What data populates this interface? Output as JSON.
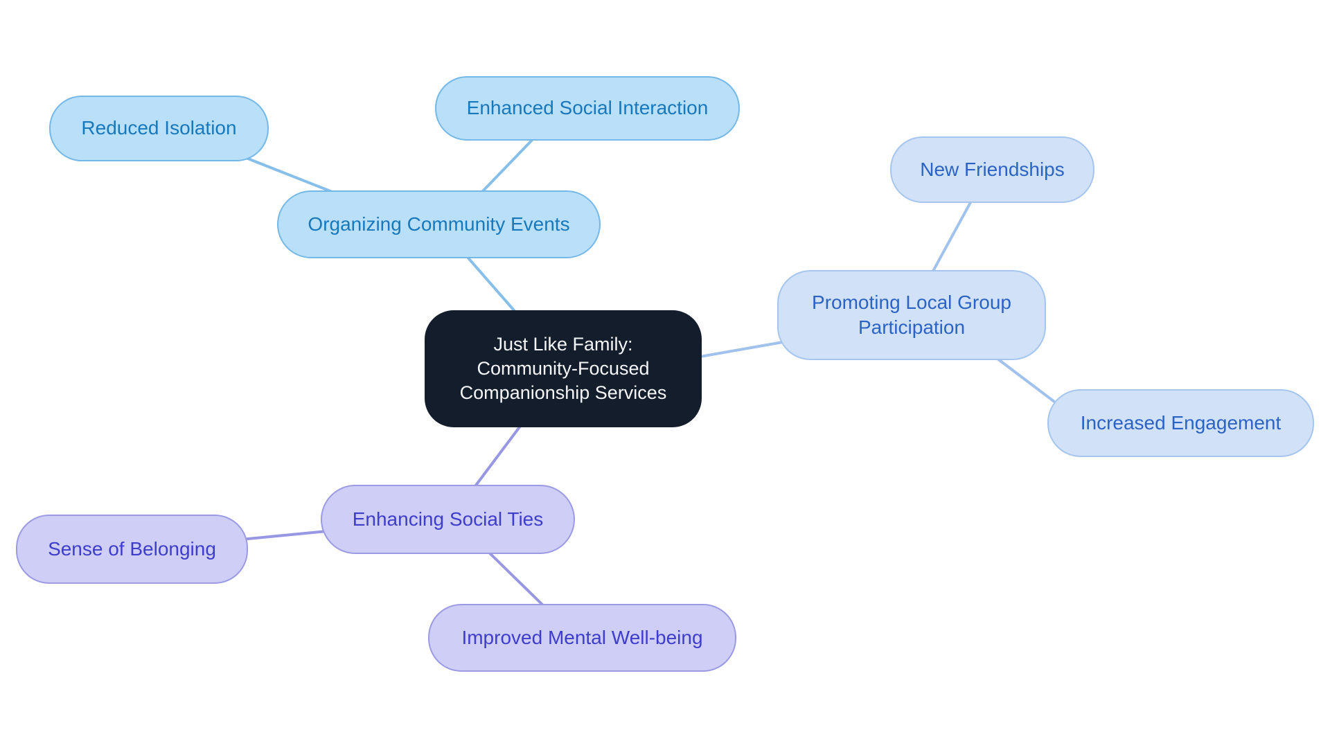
{
  "canvas": {
    "background": "#ffffff"
  },
  "mindmap": {
    "root": {
      "id": "root",
      "label": "Just Like Family: Community-Focused Companionship Services",
      "lines": [
        "Just Like Family:",
        "Community-Focused",
        "Companionship Services"
      ],
      "colors": {
        "fill": "#141d2b",
        "text": "#f4f6f8"
      }
    },
    "branches": [
      {
        "id": "organizing-community-events",
        "label": "Organizing Community Events",
        "colors": {
          "fill": "#b9e0f8",
          "border": "#74b8e8",
          "text": "#1878bc",
          "edge": "#87bfeb"
        },
        "children": [
          {
            "id": "reduced-isolation",
            "label": "Reduced Isolation"
          },
          {
            "id": "enhanced-social-interaction",
            "label": "Enhanced Social Interaction"
          }
        ]
      },
      {
        "id": "promoting-local-group-participation",
        "label": "Promoting Local Group Participation",
        "lines": [
          "Promoting Local Group",
          "Participation"
        ],
        "colors": {
          "fill": "#d1e2f8",
          "border": "#a5c5ee",
          "text": "#2b63c5",
          "edge": "#a0c2ed"
        },
        "children": [
          {
            "id": "new-friendships",
            "label": "New Friendships"
          },
          {
            "id": "increased-engagement",
            "label": "Increased Engagement"
          }
        ]
      },
      {
        "id": "enhancing-social-ties",
        "label": "Enhancing Social Ties",
        "colors": {
          "fill": "#cfcef7",
          "border": "#9b9ae3",
          "text": "#3e3dcb",
          "edge": "#9897e4"
        },
        "children": [
          {
            "id": "sense-of-belonging",
            "label": "Sense of Belonging"
          },
          {
            "id": "improved-mental-well-being",
            "label": "Improved Mental Well-being"
          }
        ]
      }
    ]
  }
}
